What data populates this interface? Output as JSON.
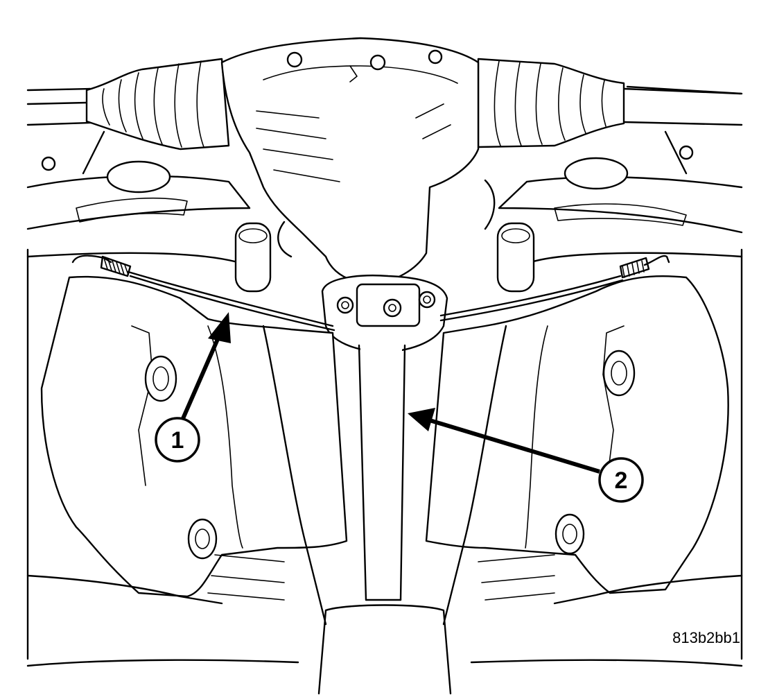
{
  "callouts": [
    {
      "number": "1"
    },
    {
      "number": "2"
    }
  ],
  "figure_id": "813b2bb1"
}
